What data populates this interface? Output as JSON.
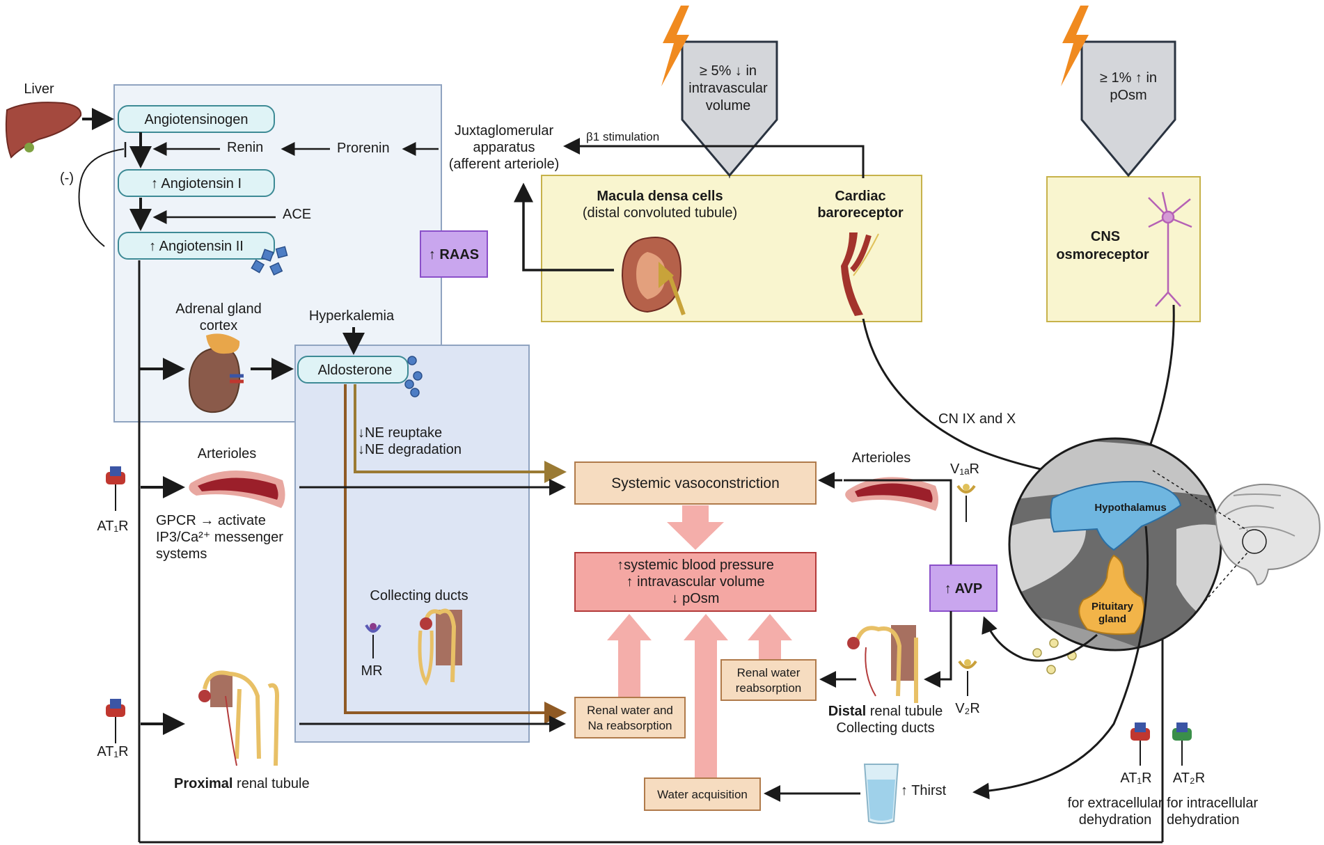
{
  "liver": "Liver",
  "raas": {
    "angiotensinogen": "Angiotensinogen",
    "renin": "Renin",
    "prorenin": "Prorenin",
    "inhibit": "(-)",
    "angiotensin1": "↑ Angiotensin I",
    "ace": "ACE",
    "angiotensin2": "↑ Angiotensin II",
    "badge": "↑ RAAS"
  },
  "jga": [
    "Juxtaglomerular",
    "apparatus",
    "(afferent arteriole)"
  ],
  "beta1": "β1 stimulation",
  "stimulus_volume": [
    "≥ 5% ↓ in",
    "intravascular",
    "volume"
  ],
  "stimulus_osm": [
    "≥ 1% ↑ in",
    "pOsm"
  ],
  "sensors": {
    "macula_title": "Macula densa cells",
    "macula_sub": "(distal convoluted tubule)",
    "cardiac_line1": "Cardiac",
    "cardiac_line2": "baroreceptor",
    "cns_line1": "CNS",
    "cns_line2": "osmoreceptor"
  },
  "adrenal": [
    "Adrenal gland",
    "cortex"
  ],
  "hyperkalemia": "Hyperkalemia",
  "aldosterone": "Aldosterone",
  "ne": [
    "↓NE reuptake",
    "↓NE degradation"
  ],
  "cn_nerves": "CN IX and X",
  "arterioles_left": "Arterioles",
  "arterioles_right": "Arterioles",
  "gpcr": [
    "GPCR → activate",
    "IP3/Ca²⁺ messenger",
    "systems"
  ],
  "at1r": "AT₁R",
  "at2r": "AT₂R",
  "v1ar": "V₁ₐR",
  "v2r": "V₂R",
  "mr": "MR",
  "collecting_ducts": "Collecting ducts",
  "proximal": {
    "bold": "Proximal",
    "rest": " renal tubule"
  },
  "distal": {
    "bold": "Distal",
    "rest": " renal tubule",
    "line2": "Collecting ducts"
  },
  "center": {
    "vasoconstriction": "Systemic vasoconstriction",
    "outcome": [
      "↑systemic blood pressure",
      "↑ intravascular volume",
      "↓ pOsm"
    ],
    "renal_na": [
      "Renal water and",
      "Na reabsorption"
    ],
    "renal_water": [
      "Renal water",
      "reabsorption"
    ],
    "water_acq": "Water acquisition"
  },
  "avp": "↑ AVP",
  "hypothalamus": "Hypothalamus",
  "pituitary": [
    "Pituitary",
    "gland"
  ],
  "thirst": "↑ Thirst",
  "extracellular": [
    "for extracellular",
    "dehydration"
  ],
  "intracellular": [
    "for intracellular",
    "dehydration"
  ],
  "colors": {
    "raas_panel": "#eef3f9",
    "aldo_panel": "#dde5f4",
    "pill": "#dff3f6",
    "pill_border": "#3d8a95",
    "sensor_panel": "#f9f5cf",
    "sensor_border": "#c7b24a",
    "purple": "#c9a6ee",
    "purple_border": "#8a4fc9",
    "tan": "#f6dcc0",
    "tan_border": "#b07a4a",
    "pink_box": "#f4a7a3",
    "pink_border": "#b33a3a",
    "pink_arrow": "#f4aeaa",
    "brown_line": "#8f5a25",
    "olive_line": "#9a7a33",
    "bolt": "#f08a1f",
    "stimulus_grey": "#d4d6da",
    "hypothalamus": "#6fb6e0",
    "pituitary": "#f2b449"
  }
}
